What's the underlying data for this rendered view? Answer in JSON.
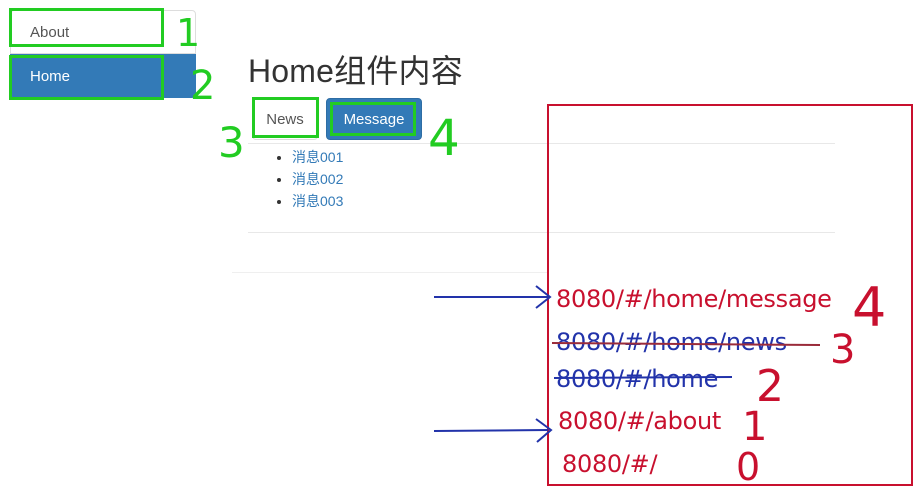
{
  "nav": {
    "items": [
      {
        "label": "About",
        "active": false
      },
      {
        "label": "Home",
        "active": true
      }
    ]
  },
  "home": {
    "title": "Home组件内容",
    "tabs": [
      {
        "label": "News",
        "active": false
      },
      {
        "label": "Message",
        "active": true
      }
    ],
    "messages": [
      "消息001",
      "消息002",
      "消息003"
    ]
  },
  "annotations": {
    "green_numbers": [
      "1",
      "2",
      "3",
      "4"
    ],
    "url_history": [
      {
        "text": "8080/#/home/message",
        "number": "4",
        "struck": false,
        "arrow": true
      },
      {
        "text": "8080/#/home/news",
        "number": "3",
        "struck": true,
        "arrow": false
      },
      {
        "text": "8080/#/home",
        "number": "2",
        "struck": true,
        "arrow": false
      },
      {
        "text": "8080/#/about",
        "number": "1",
        "struck": false,
        "arrow": true
      },
      {
        "text": "8080/#/",
        "number": "0",
        "struck": false,
        "arrow": false
      }
    ]
  },
  "colors": {
    "primary": "#337ab7",
    "annotation_green": "#22cc22",
    "annotation_red": "#c8102e",
    "annotation_blue": "#2233aa"
  }
}
